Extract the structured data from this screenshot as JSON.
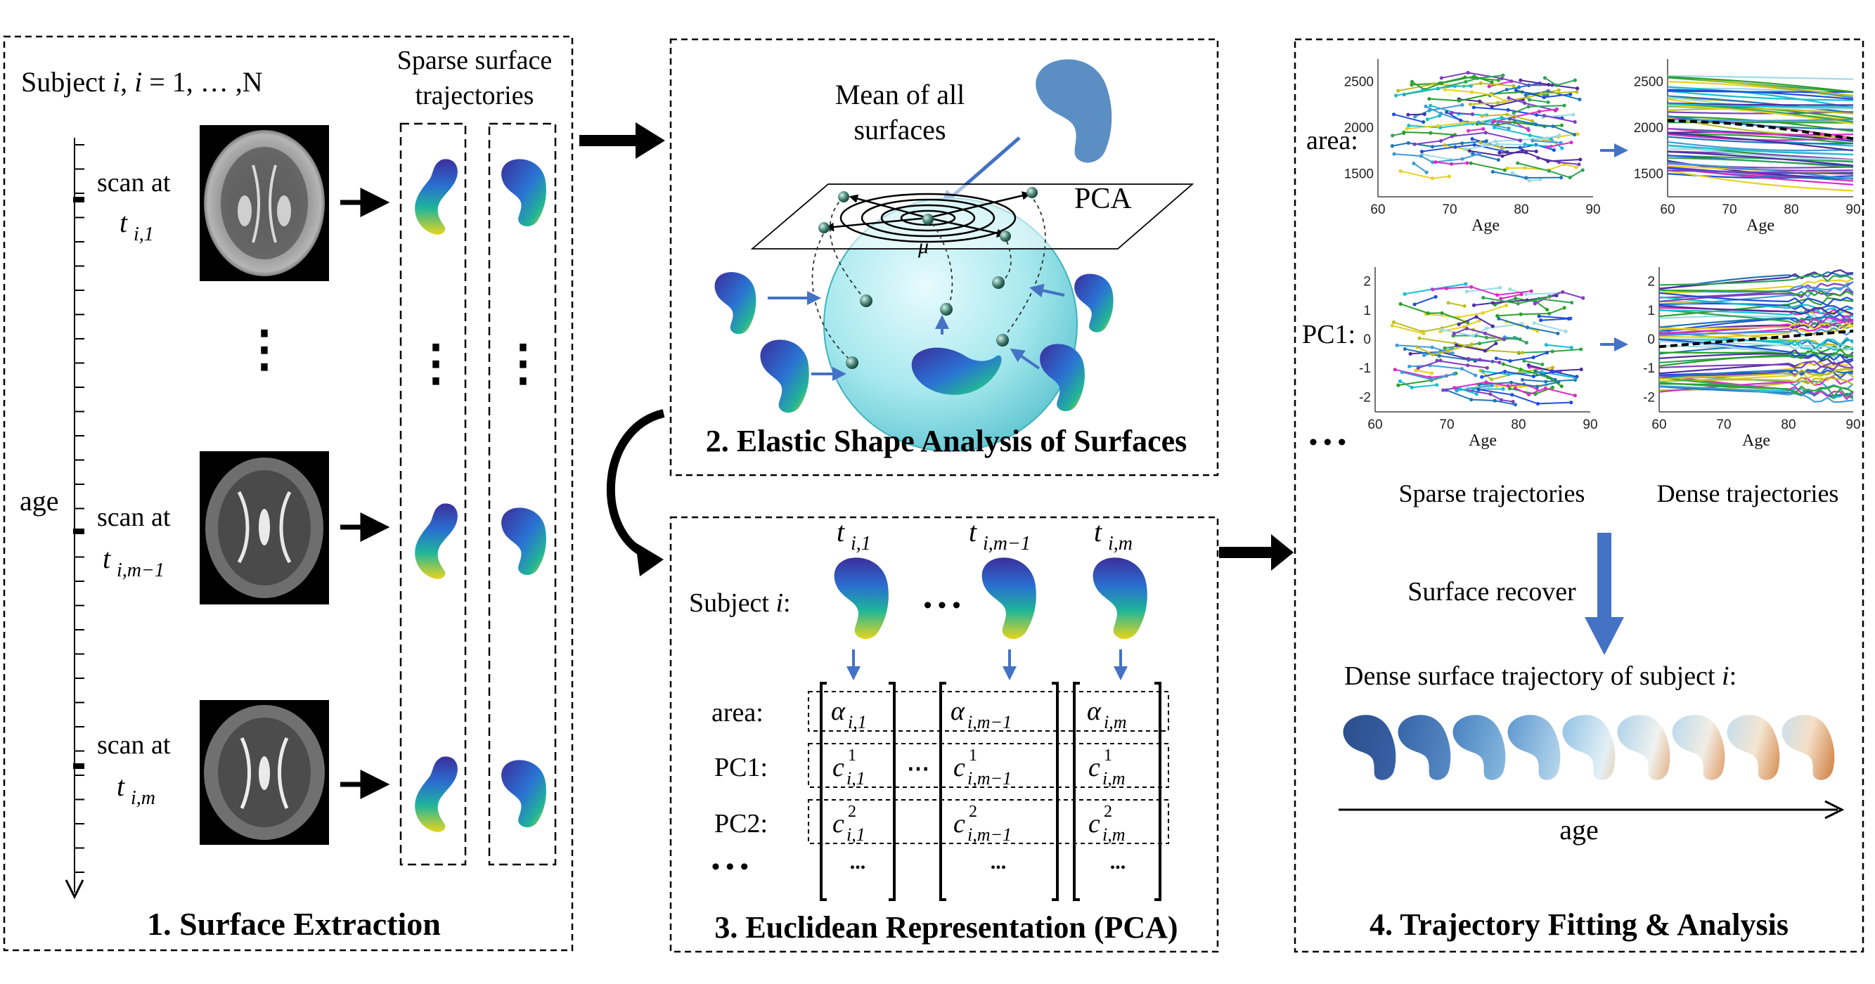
{
  "colors": {
    "arrow_blue": "#4472c4",
    "sphere": "#9fe3ea",
    "mean_surface": "#5b8fc4",
    "mesh_dark": "#2b3a9c",
    "mesh_mid": "#20a39e",
    "mesh_light": "#e6d91f"
  },
  "panel1": {
    "subject_line": "Subject i, i = 1, … ,N",
    "subject_prefix": "Subject ",
    "subject_i": "i",
    "subject_mid": ", ",
    "subject_i2": "i",
    "subject_suffix": " = 1, … ,N",
    "trajectories_title_1": "Sparse surface",
    "trajectories_title_2": "trajectories",
    "axis_label": "age",
    "scan_prefix": "scan at",
    "scans": [
      {
        "sub": "i,1"
      },
      {
        "sub": "i,m−1"
      },
      {
        "sub": "i,m"
      }
    ],
    "ellipsis": "⋮",
    "title": "1. Surface Extraction"
  },
  "panel2": {
    "mean_label_1": "Mean of all",
    "mean_label_2": "surfaces",
    "pca": "PCA",
    "mu": "μ",
    "title": "2. Elastic Shape Analysis of Surfaces"
  },
  "panel3": {
    "time_labels": [
      "i,1",
      "i,m−1",
      "i,m"
    ],
    "subject_label": "Subject ",
    "subject_i": "i",
    "dots": "• • •",
    "rows": [
      {
        "label": "area:",
        "cells": [
          "α",
          "α",
          "α"
        ],
        "sup": ""
      },
      {
        "label": "PC1:",
        "cells": [
          "c",
          "c",
          "c"
        ],
        "sup": "1"
      },
      {
        "label": "PC2:",
        "cells": [
          "c",
          "c",
          "c"
        ],
        "sup": "2"
      }
    ],
    "row_ellipsis": "⋯",
    "more_rows": "• • •",
    "cell_dots": "...",
    "title": "3. Euclidean Representation (PCA)"
  },
  "panel4": {
    "row_labels": [
      "area:",
      "PC1:"
    ],
    "more": "• • •",
    "sparse_label": "Sparse trajectories",
    "dense_label": "Dense trajectories",
    "recover_label": "Surface recover",
    "dense_surface_title": "Dense surface trajectory of subject ",
    "dense_surface_i": "i",
    "dense_surface_colon": ":",
    "age_label": "age",
    "title": "4. Trajectory Fitting & Analysis",
    "xlabel": "Age"
  },
  "chart_data": [
    {
      "type": "line",
      "title": "",
      "xlabel": "Age",
      "ylabel": "area:",
      "xlim": [
        60,
        90
      ],
      "ylim": [
        1250,
        2750
      ],
      "xticks": [
        60,
        70,
        80,
        90
      ],
      "yticks": [
        1500,
        2000,
        2500
      ],
      "kind": "sparse"
    },
    {
      "type": "line",
      "title": "",
      "xlabel": "Age",
      "ylabel": "",
      "xlim": [
        60,
        90
      ],
      "ylim": [
        1250,
        2750
      ],
      "xticks": [
        60,
        70,
        80,
        90
      ],
      "yticks": [
        1500,
        2000,
        2500
      ],
      "kind": "dense"
    },
    {
      "type": "line",
      "title": "",
      "xlabel": "Age",
      "ylabel": "PC1:",
      "xlim": [
        60,
        90
      ],
      "ylim": [
        -2.5,
        2.5
      ],
      "xticks": [
        60,
        70,
        80,
        90
      ],
      "yticks": [
        -2,
        -1,
        0,
        1,
        2
      ],
      "kind": "sparse"
    },
    {
      "type": "line",
      "title": "",
      "xlabel": "Age",
      "ylabel": "",
      "xlim": [
        60,
        90
      ],
      "ylim": [
        -2.5,
        2.5
      ],
      "xticks": [
        60,
        70,
        80,
        90
      ],
      "yticks": [
        -2,
        -1,
        0,
        1,
        2
      ],
      "kind": "dense"
    }
  ]
}
